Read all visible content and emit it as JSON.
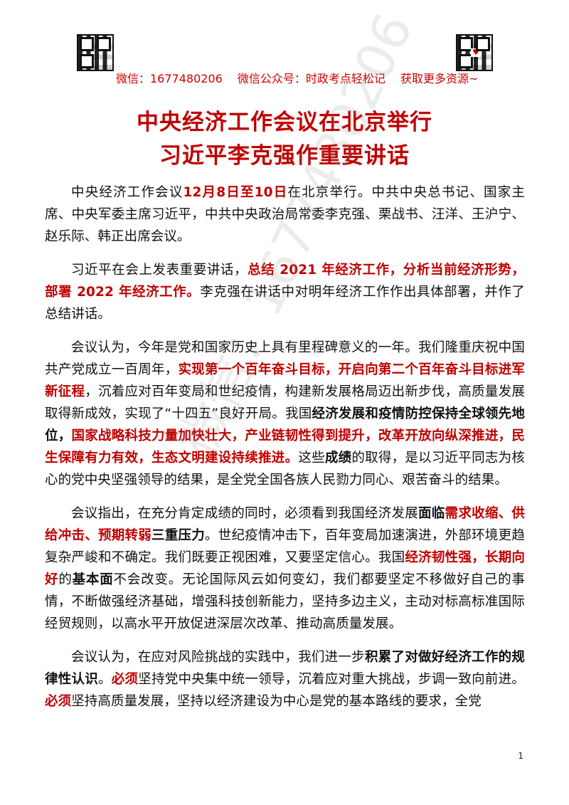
{
  "header": {
    "contact_wechat": "微信：1677480206",
    "contact_account": "微信公众号：时政考点轻松记",
    "contact_resources": "获取更多资源~",
    "left_qr_icon": "qr-code-icon",
    "right_qr_icon": "qr-code-icon"
  },
  "title": {
    "main": "中央经济工作会议在北京举行",
    "sub": "习近平李克强作重要讲话"
  },
  "paragraphs": {
    "p1": {
      "t1": "中央经济工作会议",
      "t2": "12月8日至10日",
      "t3": "在北京举行。中共中央总书记、国家主席、中央军委主席习近平，中共中央政治局常委李克强、栗战书、汪洋、王沪宁、赵乐际、韩正出席会议。"
    },
    "p2": {
      "t1": "习近平在会上发表重要讲话，",
      "t2": "总结 2021 年经济工作，分析当前经济形势，部署 2022 年经济工作。",
      "t3": "李克强在讲话中对明年经济工作作出具体部署，并作了总结讲话。"
    },
    "p3": {
      "t1": "会议认为，今年是党和国家历史上具有里程碑意义的一年。我们隆重庆祝中国共产党成立一百周年，",
      "t2": "实现第一个百年奋斗目标，开启向第二个百年奋斗目标进军新征程",
      "t3": "，沉着应对百年变局和世纪疫情，构建新发展格局迈出新步伐，高质量发展取得新成效，实现了“十四五”良好开局。我国",
      "t4": "经济发展和疫情防控保持全球领先地位，",
      "t5": "国家战略科技力量加快壮大，产业链韧性得到提升，改革开放向纵深推进，民生保障有力有效，生态文明建设持续推进。",
      "t6": "这些",
      "t7": "成绩",
      "t8": "的取得，是以习近平同志为核心的党中央坚强领导的结果，是全党全国各族人民勠力同心、艰苦奋斗的结果。"
    },
    "p4": {
      "t1": "会议指出，在充分肯定成绩的同时，必须看到我国经济发展",
      "t2": "面临",
      "t3": "需求收缩、供给冲击、预期转弱",
      "t4": "三重压力",
      "t5": "。世纪疫情冲击下，百年变局加速演进，外部环境更趋复杂严峻和不确定。我们既要正视困难，又要坚定信心。我国",
      "t6": "经济韧性强，长期向好",
      "t7": "的",
      "t8": "基本面",
      "t9": "不会改变。无论国际风云如何变幻，我们都要坚定不移做好自己的事情，不断做强经济基础，增强科技创新能力，坚持多边主义，主动对标高标准国际经贸规则，以高水平开放促进深层次改革、推动高质量发展。"
    },
    "p5": {
      "t1": "会议认为，在应对风险挑战的实践中，我们进一步",
      "t2": "积累了对做好经济工作的规律性认识",
      "t3": "。",
      "t4": "必须",
      "t5": "坚持党中央集中统一领导，沉着应对重大挑战，步调一致向前进。",
      "t6": "必须",
      "t7": "坚持高质量发展，坚持以经济建设为中心是党的基本路线的要求，全党"
    }
  },
  "watermark": "微信：1677480206",
  "page_number": "1",
  "colors": {
    "accent": "#c00000",
    "header": "#d10000",
    "text": "#111111"
  }
}
